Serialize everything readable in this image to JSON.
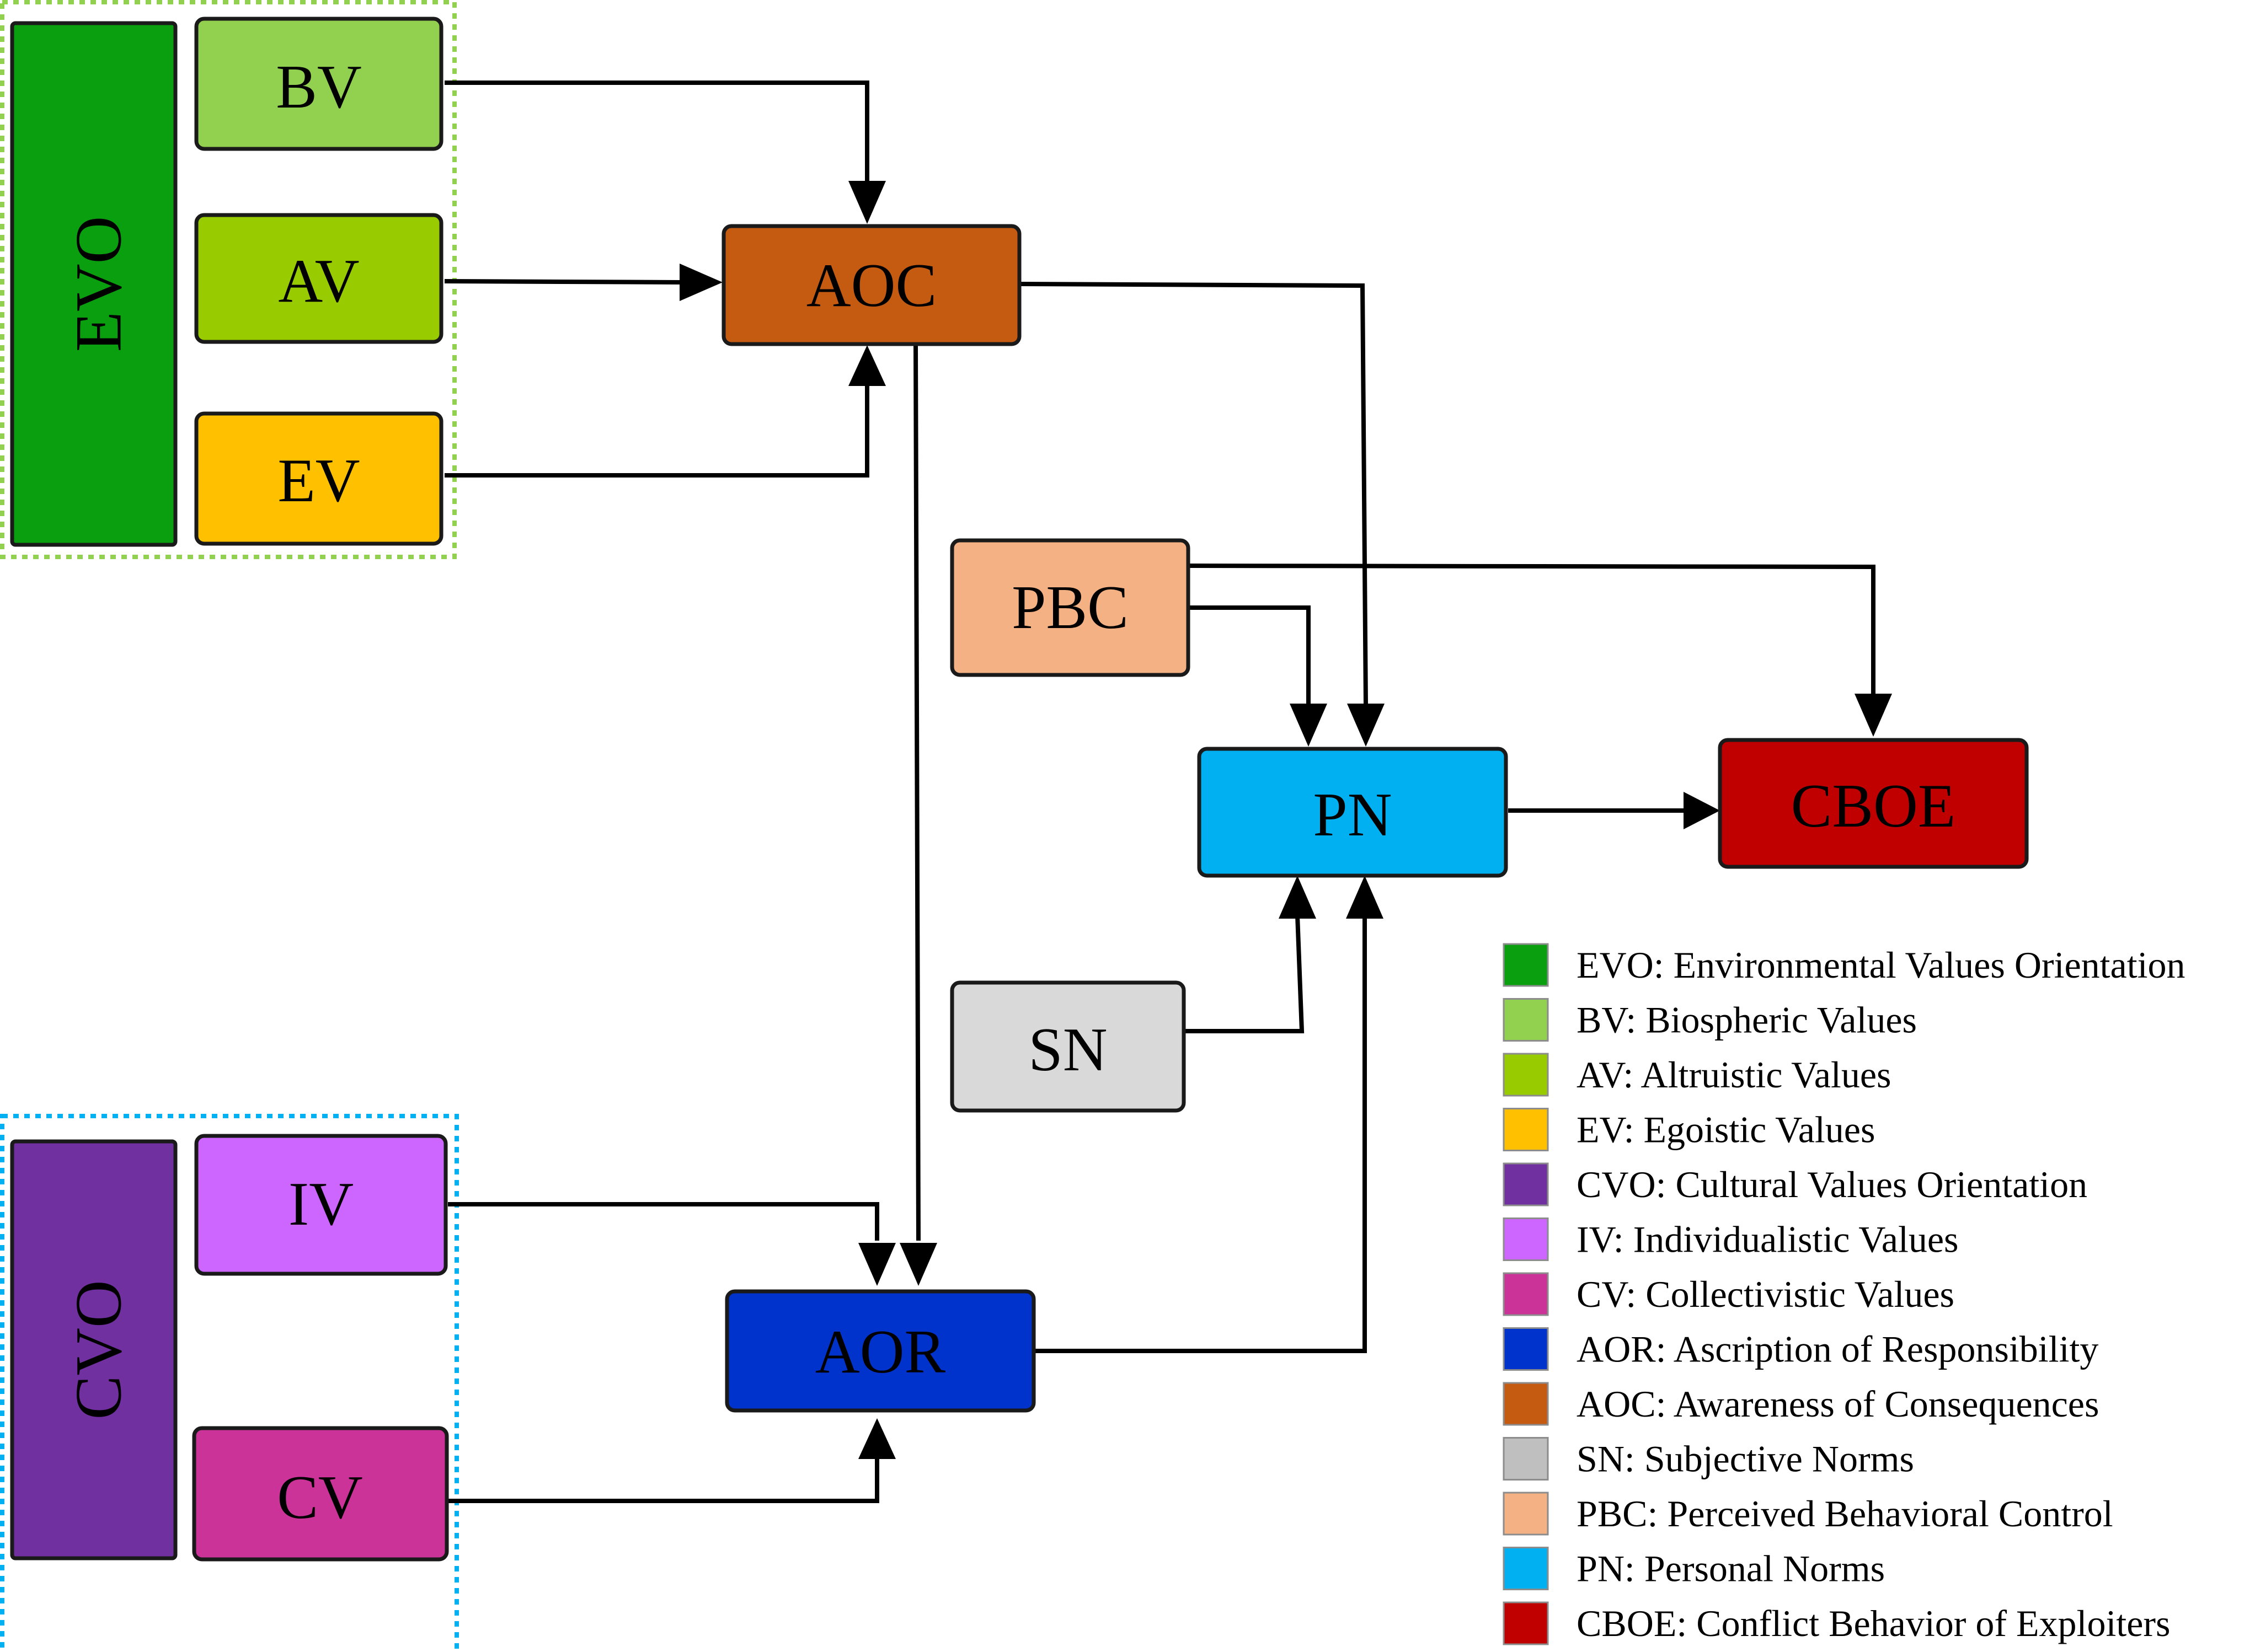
{
  "nodes": {
    "evo": {
      "label": "EVO",
      "color": "#0a9f0f"
    },
    "bv": {
      "label": "BV",
      "color": "#92d050"
    },
    "av": {
      "label": "AV",
      "color": "#99cc00"
    },
    "ev": {
      "label": "EV",
      "color": "#ffc000"
    },
    "aoc": {
      "label": "AOC",
      "color": "#c55a11"
    },
    "pbc": {
      "label": "PBC",
      "color": "#f4b183"
    },
    "pn": {
      "label": "PN",
      "color": "#00b0f0"
    },
    "cboe": {
      "label": "CBOE",
      "color": "#c00000"
    },
    "sn": {
      "label": "SN",
      "color": "#d9d9d9"
    },
    "cvo": {
      "label": "CVO",
      "color": "#7030a0"
    },
    "iv": {
      "label": "IV",
      "color": "#cc66ff"
    },
    "cv": {
      "label": "CV",
      "color": "#cc3399"
    },
    "aor": {
      "label": "AOR",
      "color": "#0033cc"
    }
  },
  "groups": {
    "evo_border_color": "#92d050",
    "cvo_border_color": "#00b0f0"
  },
  "legend": [
    {
      "text": "EVO: Environmental Values Orientation",
      "color": "#0a9f0f"
    },
    {
      "text": "BV: Biospheric Values",
      "color": "#92d050"
    },
    {
      "text": "AV: Altruistic Values",
      "color": "#99cc00"
    },
    {
      "text": "EV: Egoistic Values",
      "color": "#ffc000"
    },
    {
      "text": "CVO: Cultural Values Orientation",
      "color": "#7030a0"
    },
    {
      "text": "IV: Individualistic Values",
      "color": "#cc66ff"
    },
    {
      "text": "CV: Collectivistic Values",
      "color": "#cc3399"
    },
    {
      "text": "AOR: Ascription of Responsibility",
      "color": "#0033cc"
    },
    {
      "text": "AOC: Awareness of Consequences",
      "color": "#c55a11"
    },
    {
      "text": "SN: Subjective Norms",
      "color": "#bfbfbf"
    },
    {
      "text": "PBC: Perceived Behavioral Control",
      "color": "#f4b183"
    },
    {
      "text": "PN: Personal Norms",
      "color": "#00b0f0"
    },
    {
      "text": "CBOE: Conflict Behavior of Exploiters",
      "color": "#c00000"
    }
  ]
}
